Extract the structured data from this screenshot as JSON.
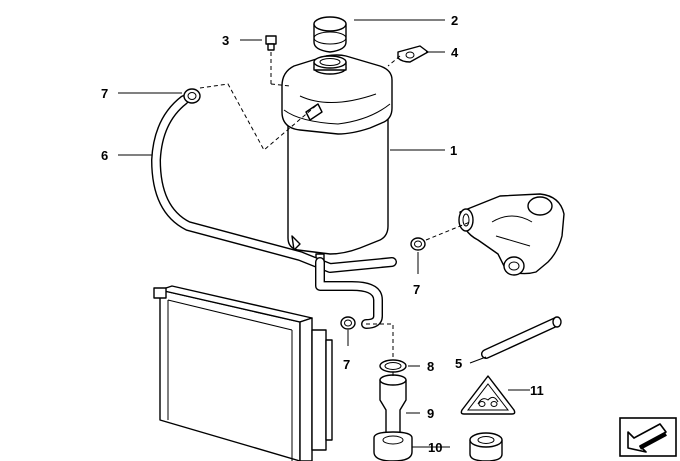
{
  "diagram": {
    "callouts": [
      {
        "id": "c1",
        "label": "1"
      },
      {
        "id": "c2",
        "label": "2"
      },
      {
        "id": "c3",
        "label": "3"
      },
      {
        "id": "c4",
        "label": "4"
      },
      {
        "id": "c5",
        "label": "5"
      },
      {
        "id": "c6",
        "label": "6"
      },
      {
        "id": "c7a",
        "label": "7"
      },
      {
        "id": "c7b",
        "label": "7"
      },
      {
        "id": "c7c",
        "label": "7"
      },
      {
        "id": "c8",
        "label": "8"
      },
      {
        "id": "c9",
        "label": "9"
      },
      {
        "id": "c10",
        "label": "10"
      },
      {
        "id": "c11",
        "label": "11"
      }
    ],
    "corner_icon": "arrow-down-left-icon"
  }
}
